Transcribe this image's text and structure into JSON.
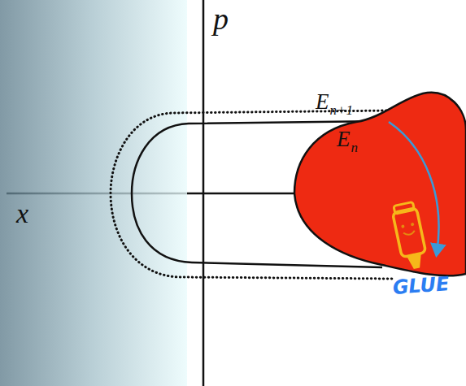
{
  "diagram": {
    "labels": [
      "p",
      "x",
      "E",
      "n+1",
      "E",
      "n",
      "GLUE"
    ]
  }
}
